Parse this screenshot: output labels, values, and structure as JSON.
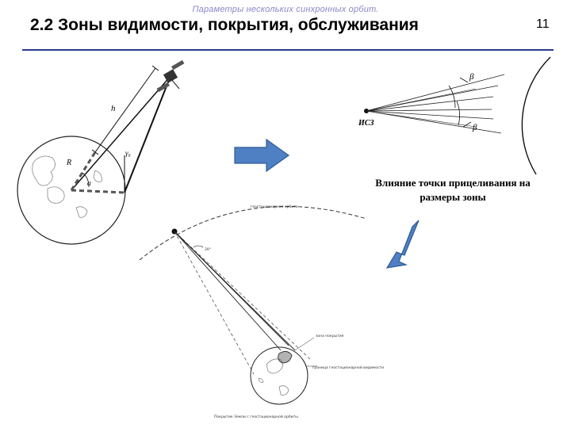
{
  "header": {
    "subtitle": "Параметры нескольких синхронных орбит.",
    "title": "2.2 Зоны видимости, покрытия, обслуживания",
    "page_number": "11"
  },
  "figure_a": {
    "label_h": "h",
    "label_r": "R",
    "label_gamma": "γ₀",
    "label_alpha": "α"
  },
  "figure_b": {
    "label_ise": "ИСЗ",
    "label_beta_top": "β",
    "label_beta_bottom": "β",
    "caption": "Влияние точки прицеливания на размеры зоны"
  },
  "figure_c": {
    "orbit_label": "геостационарная орбита",
    "angle_label": "2θ°",
    "coverage_zone_label": "зона покрытия",
    "visibility_boundary_label": "граница геостационарной видимости",
    "caption": "Покрытие Земли с геостационарной орбиты"
  },
  "colors": {
    "arrow_fill": "#4f80c4",
    "arrow_stroke": "#2e5a93",
    "title_rule": "#2a3a8c",
    "subtitle": "#8a86c8"
  }
}
